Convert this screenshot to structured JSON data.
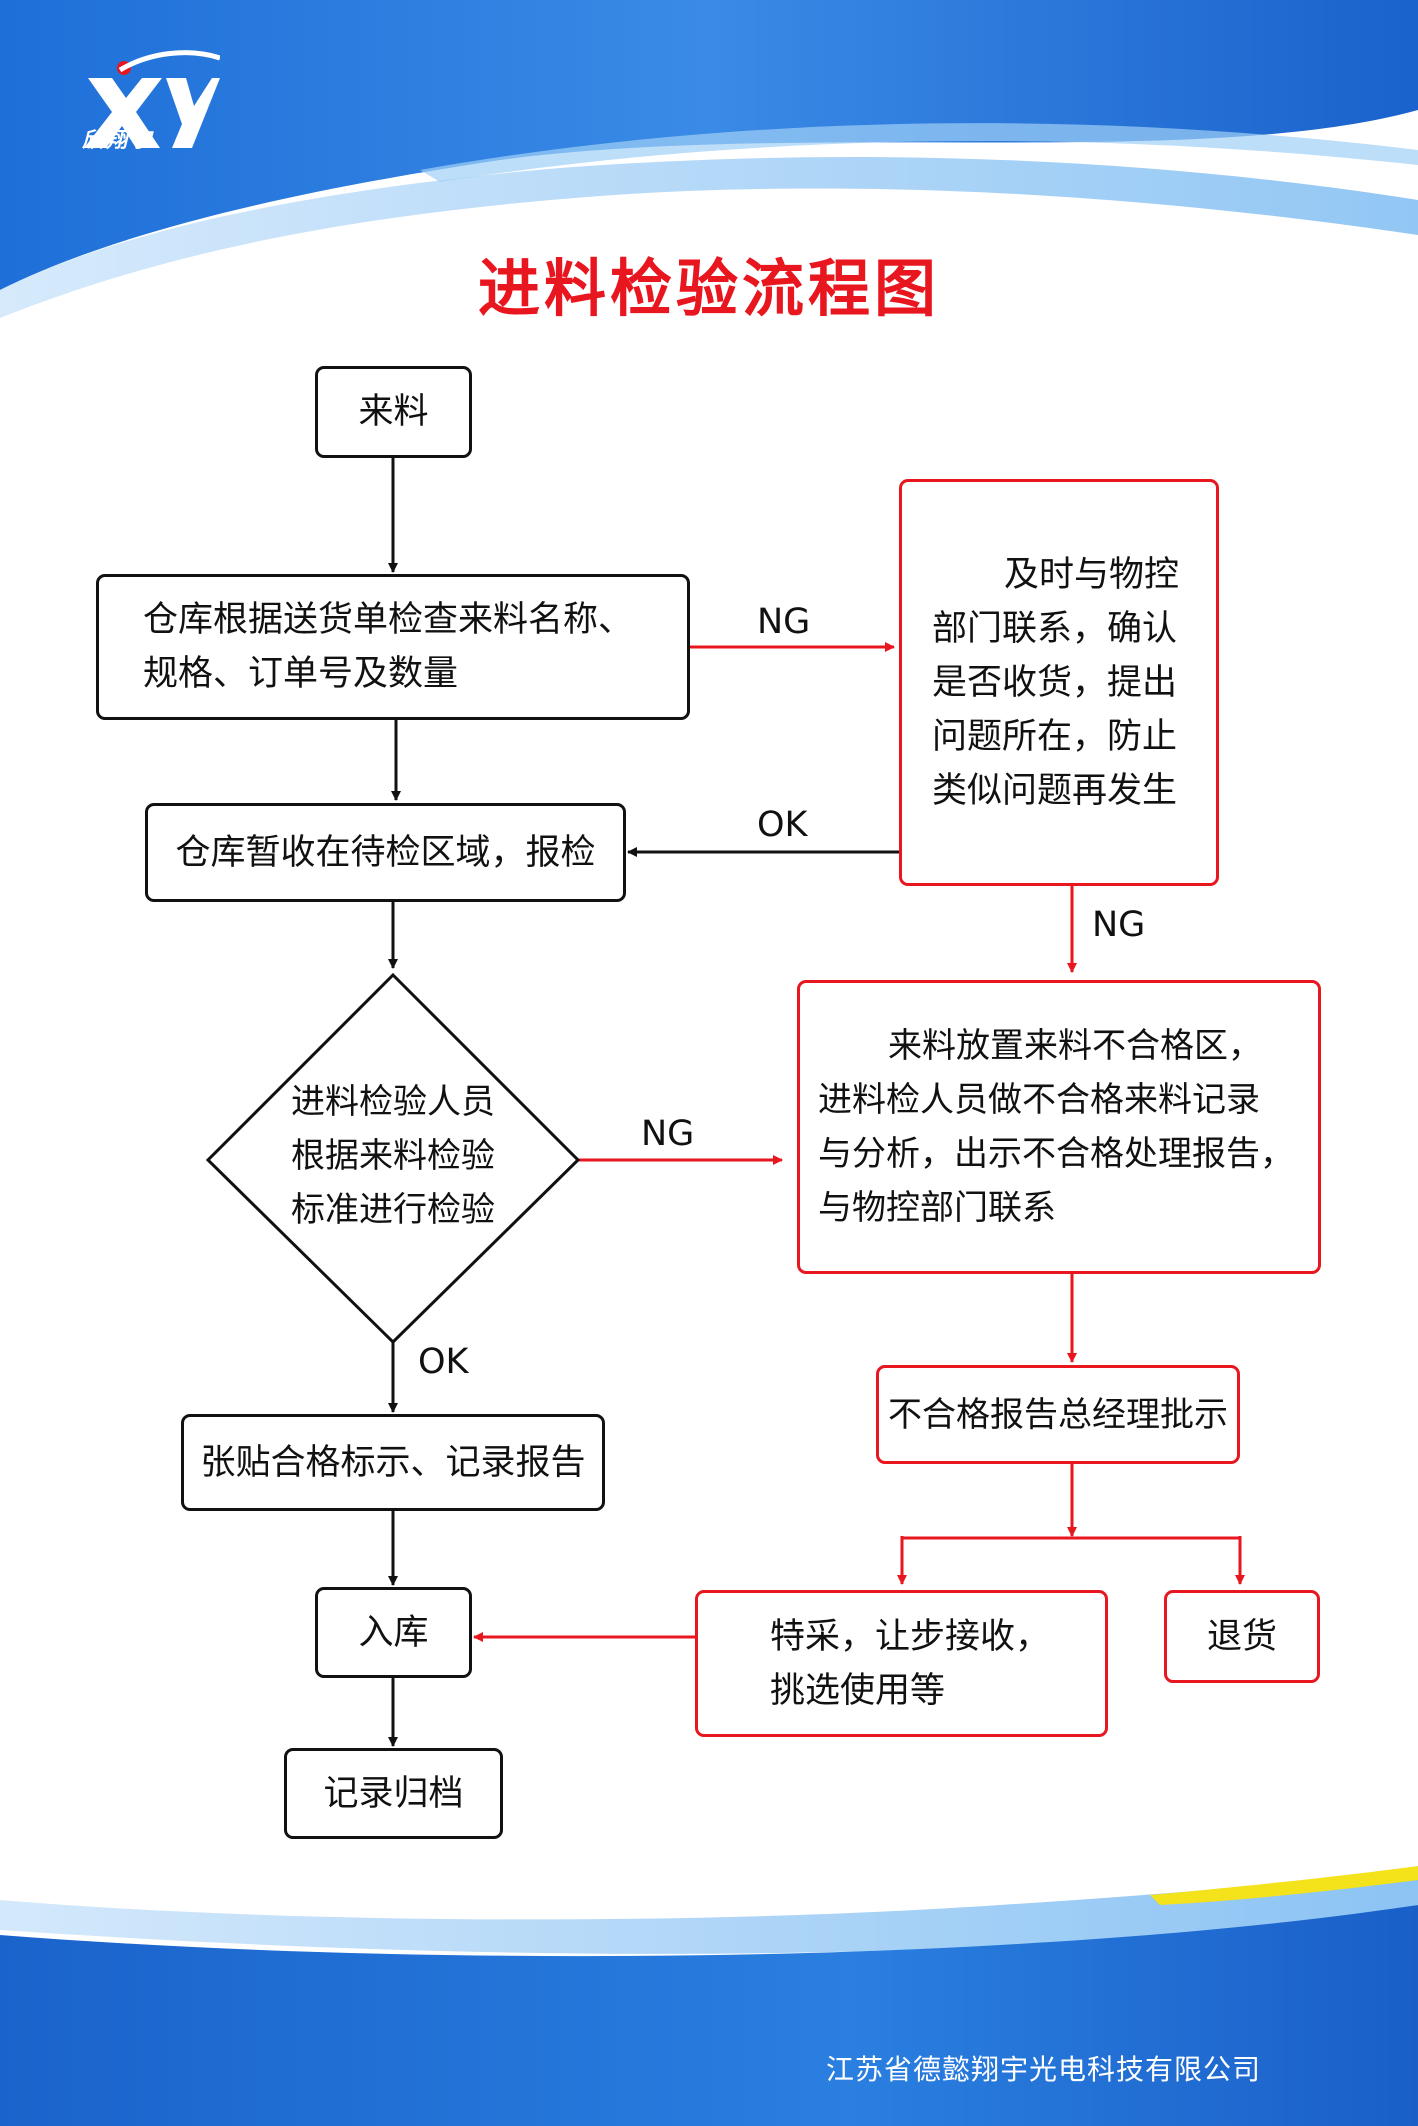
{
  "logo": {
    "letters": "XY",
    "caption": "欣翔宇"
  },
  "title": "进料检验流程图",
  "nodes": {
    "incoming": "来料",
    "warehouse_check": [
      "仓库根据送货单检查来料名称、",
      "规格、订单号及数量"
    ],
    "temp_receive": "仓库暂收在待检区域，报检",
    "inspect_decision": [
      "进料检验人员",
      "根据来料检验",
      "标准进行检验"
    ],
    "label_report": "张贴合格标示、记录报告",
    "store": "入库",
    "archive": "记录归档",
    "contact_material": [
      "及时与物控",
      "部门联系，确认",
      "是否收货，提出",
      "问题所在，防止",
      "类似问题再发生"
    ],
    "nonconforming_area": [
      "来料放置来料不合格区，",
      "进料检人员做不合格来料记录",
      "与分析，出示不合格处理报告，",
      "与物控部门联系"
    ],
    "gm_approval": "不合格报告总经理批示",
    "special_accept": [
      "特采，让步接收，",
      "挑选使用等"
    ],
    "return_goods": "退货"
  },
  "edge_labels": {
    "check_ng": "NG",
    "contact_ok": "OK",
    "contact_ng": "NG",
    "inspect_ng": "NG",
    "inspect_ok": "OK"
  },
  "footer": {
    "company": "江苏省德懿翔宇光电科技有限公司"
  },
  "colors": {
    "title": "#e8161e",
    "ng_path": "#e8161e",
    "ok_path": "#111111",
    "header_blue": "#1f73d6"
  }
}
